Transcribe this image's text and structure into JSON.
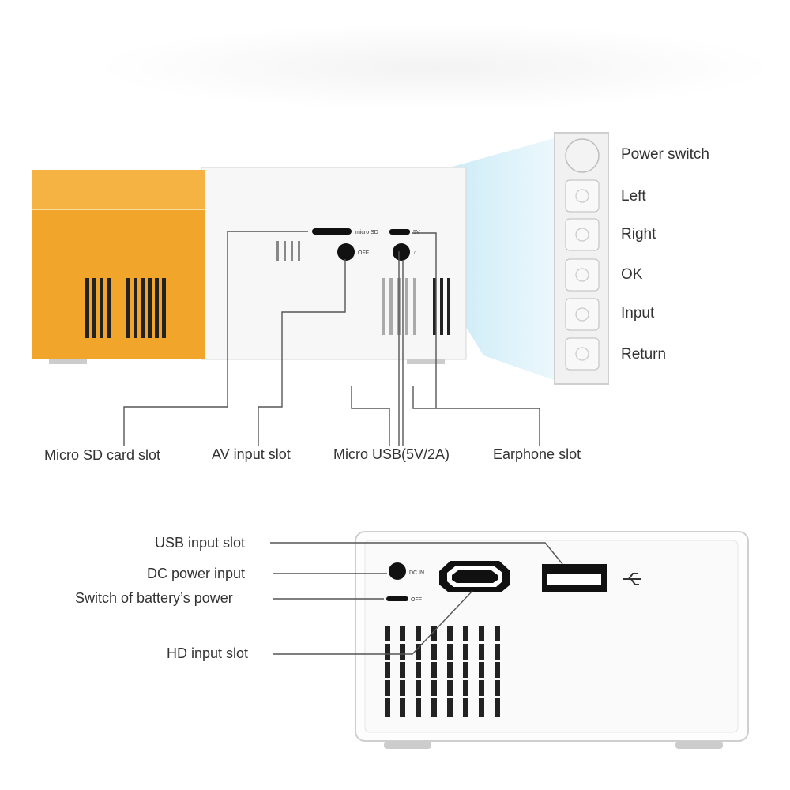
{
  "side_panel": {
    "buttons": [
      {
        "label": "Power switch"
      },
      {
        "label": "Left"
      },
      {
        "label": "Right"
      },
      {
        "label": "OK"
      },
      {
        "label": "Input"
      },
      {
        "label": "Return"
      }
    ]
  },
  "front_ports": {
    "labels": [
      "Micro SD card slot",
      "AV input slot",
      "Micro USB(5V/2A)",
      "Earphone slot"
    ],
    "markings": {
      "sd": "micro SD",
      "av": "OFF",
      "usb": "5V",
      "earphone": "∩"
    }
  },
  "back_ports": {
    "labels": [
      "USB input slot",
      "DC power input",
      "Switch of battery’s power",
      "HD input slot"
    ],
    "markings": {
      "dc": "DC IN",
      "switch": "OFF"
    }
  },
  "colors": {
    "orange": "#F2A52B",
    "body_white": "#F7F7F7",
    "outline": "#CFCFCF",
    "beam": "#BFE6F4",
    "lines": "#555555"
  }
}
